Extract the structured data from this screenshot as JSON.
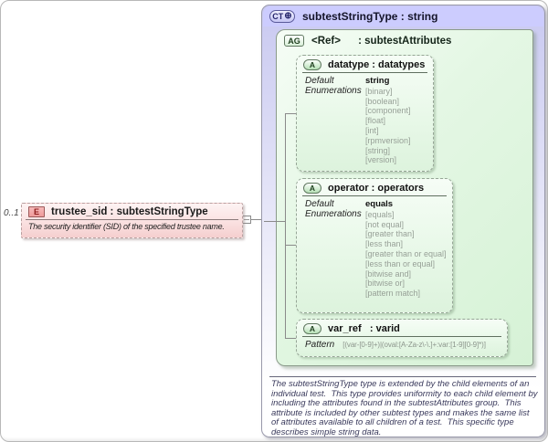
{
  "diagram": {
    "cardinality": "0..1",
    "element": {
      "badge": "E",
      "title": "trustee_sid : subtestStringType",
      "description": "The security identifier (SID) of the specified trustee name."
    },
    "complex_type": {
      "badge": "CT",
      "plus_icon": "⊕",
      "title": "subtestStringType : string",
      "annotation": "The subtestStringType type is extended by the child elements of an individual test.  This type provides uniformity to each child element by including the attributes found in the subtestAttributes group.  This attribute is included by other subtest types and makes the same list of attributes available to all children of a test.  This specific type describes simple string data."
    },
    "attribute_group": {
      "badge": "AG",
      "title": "<Ref>      : subtestAttributes"
    },
    "labels": {
      "default": "Default",
      "enumerations": "Enumerations",
      "pattern": "Pattern"
    },
    "attributes": [
      {
        "badge": "A",
        "title": "datatype : datatypes",
        "default": "string",
        "enumerations": [
          "[binary]",
          "[boolean]",
          "[component]",
          "[float]",
          "[int]",
          "[rpmversion]",
          "[string]",
          "[version]"
        ]
      },
      {
        "badge": "A",
        "title": "operator : operators",
        "default": "equals",
        "enumerations": [
          "[equals]",
          "[not equal]",
          "[greater than]",
          "[less than]",
          "[greater than or equal]",
          "[less than or equal]",
          "[bitwise and]",
          "[bitwise or]",
          "[pattern match]"
        ]
      },
      {
        "badge": "A",
        "title": "var_ref   : varid",
        "pattern": "[(var-[0-9]+)|(oval:[A-Za-z\\-\\.]+:var:[1-9][0-9]*)]"
      }
    ],
    "colors": {
      "header_lavender": "#ccccfe",
      "body_green": "#ddf5dd",
      "element_pink": "#f5cfcf",
      "line_grey": "#8a8a8a"
    }
  }
}
